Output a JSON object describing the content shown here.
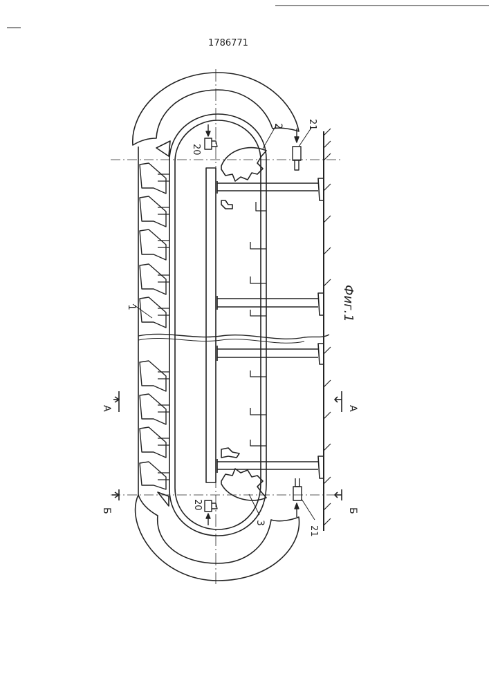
{
  "document": {
    "patent_number": "1786771",
    "figure_caption": "Фиг.1"
  },
  "callouts": {
    "part_1": "1",
    "part_2": "2",
    "part_3": "3",
    "part_20_top": "20",
    "part_20_bottom": "20",
    "part_21_top": "21",
    "part_21_bottom": "21"
  },
  "section_marks": {
    "a_left": "А",
    "a_right": "А",
    "b_left": "Б",
    "b_right": "Б"
  },
  "colors": {
    "ink": "#222222",
    "paper": "#ffffff"
  }
}
